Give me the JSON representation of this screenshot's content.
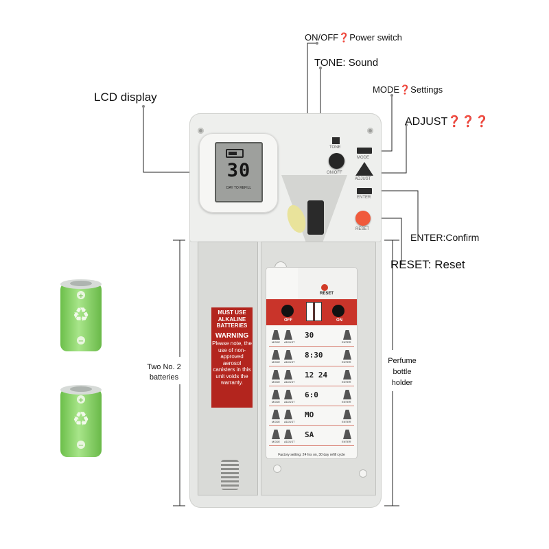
{
  "callouts": {
    "lcd": "LCD display",
    "onoff": "ON/OFF❓Power switch",
    "tone": "TONE: Sound",
    "mode": "MODE❓Settings",
    "adjust": "ADJUST❓❓❓",
    "enter": "ENTER:Confirm",
    "reset": "RESET: Reset",
    "batteries": "Two No. 2 batteries",
    "holder": "Perfume bottle holder"
  },
  "lcd": {
    "value": "30",
    "caption": "DAY TO REFILL"
  },
  "device_labels": {
    "tone": "TONE",
    "onoff": "ON/OFF",
    "mode": "MODE",
    "adjust": "ADJUST",
    "enter": "ENTER",
    "reset": "RESET"
  },
  "warning_label": {
    "line1": "MUST USE ALKALINE BATTERIES",
    "line2": "WARNING",
    "line3": "Please note, the use of non-approved aerosol canisters in this unit voids the warranty."
  },
  "card": {
    "reset": "RESET",
    "off": "OFF",
    "on": "ON",
    "rows": [
      {
        "value": "30",
        "left": "MODE",
        "mid": "ADJUST",
        "right": "ENTER"
      },
      {
        "value": "8:30",
        "left": "MODE",
        "mid": "ADJUST",
        "right": "ENTER"
      },
      {
        "value": "12 24",
        "left": "MODE",
        "mid": "ADJUST",
        "right": "ENTER"
      },
      {
        "value": "6:0",
        "left": "MODE",
        "mid": "ADJUST",
        "right": "ENTER"
      },
      {
        "value": "MO",
        "left": "MODE",
        "mid": "ADJUST",
        "right": "ENTER"
      },
      {
        "value": "SA",
        "left": "MODE",
        "mid": "ADJUST",
        "right": "ENTER"
      }
    ],
    "footer": "Factory setting: 24 hrs on, 30 day refill cycle"
  },
  "colors": {
    "shell": "#e6e7e5",
    "battery_green": "#8fd36a",
    "warning_red": "#b3251e",
    "reset_button": "#f05a3c"
  }
}
